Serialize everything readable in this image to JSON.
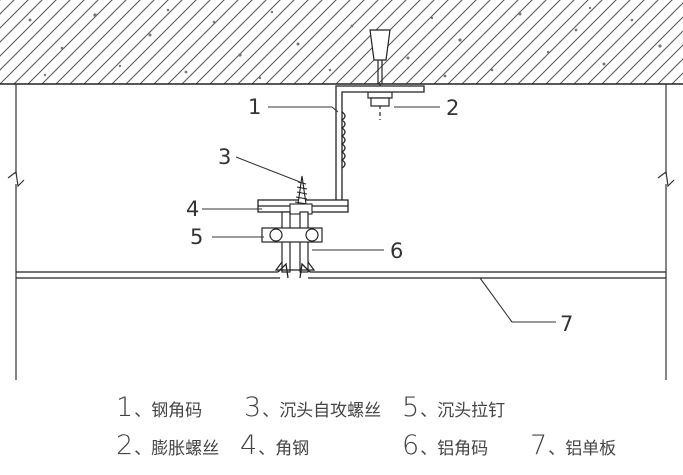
{
  "callouts": [
    "1",
    "2",
    "3",
    "4",
    "5",
    "6",
    "7"
  ],
  "legend": [
    {
      "num": "1",
      "sep": "、",
      "text": "钢角码"
    },
    {
      "num": "3",
      "sep": "、",
      "text": "沉头自攻螺丝"
    },
    {
      "num": "5",
      "sep": "、",
      "text": "沉头拉钉"
    },
    {
      "num": "2",
      "sep": "、",
      "text": "膨胀螺丝"
    },
    {
      "num": "4",
      "sep": "、",
      "text": "角钢"
    },
    {
      "num": "6",
      "sep": "、",
      "text": "铝角码"
    },
    {
      "num": "7",
      "sep": "、",
      "text": "铝单板"
    }
  ]
}
